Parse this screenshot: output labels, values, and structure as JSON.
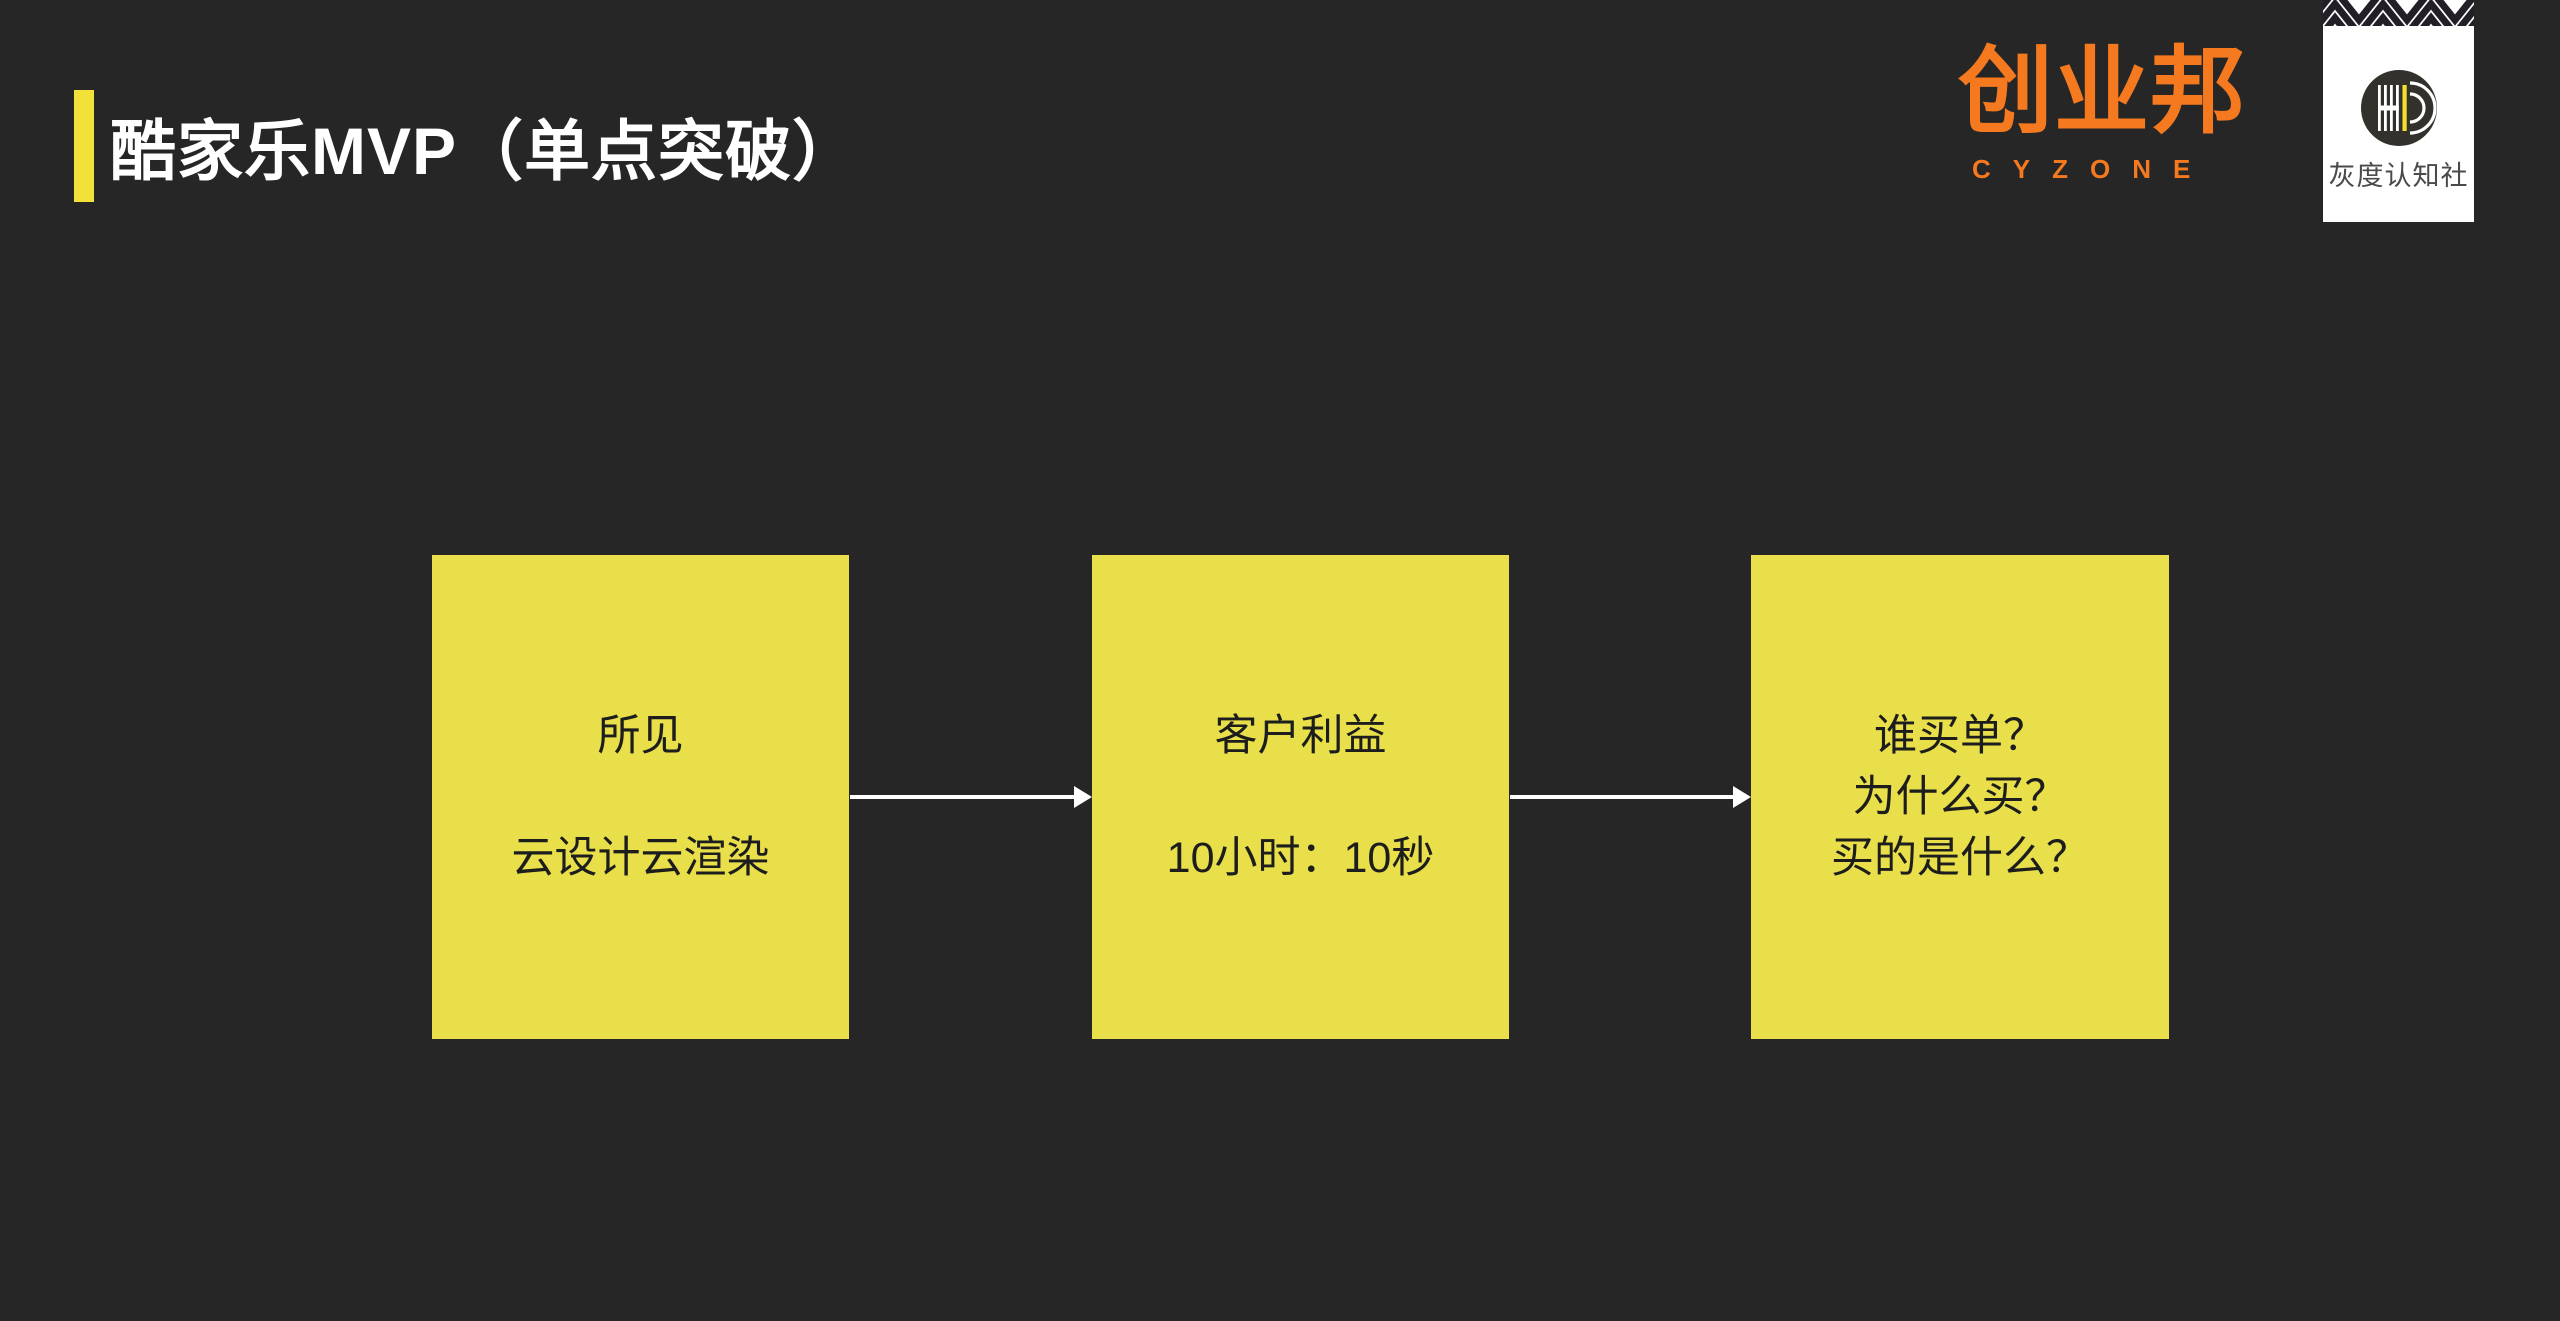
{
  "slide": {
    "title": "酷家乐MVP（单点突破）",
    "colors": {
      "background": "#262626",
      "accent_yellow": "#F2E139",
      "box_yellow": "#E8DF4B",
      "box_text": "#1D1D1D",
      "title_text": "#FFFFFF",
      "brand_orange": "#F5791F",
      "arrow_white": "#FFFFFF",
      "hd_card_bg": "#FFFFFF",
      "hd_circle": "#32312B",
      "hd_label_text": "#4A4A4A"
    },
    "logos": {
      "cyzone": {
        "wordmark": "创业邦",
        "subtext": "CYZONE"
      },
      "huidu": {
        "label": "灰度认知社",
        "monogram": "HD",
        "icons": [
          "zigzag-chevron-pattern",
          "hd-circle-monogram"
        ]
      }
    },
    "flow": {
      "boxes": [
        {
          "lines": [
            "所见",
            "云设计云渲染"
          ]
        },
        {
          "lines": [
            "客户利益",
            "10小时：10秒"
          ]
        },
        {
          "lines": [
            "谁买单？",
            "为什么买？",
            "买的是什么？"
          ]
        }
      ],
      "arrows": [
        {
          "from": "box-1",
          "to": "box-2"
        },
        {
          "from": "box-2",
          "to": "box-3"
        }
      ]
    }
  }
}
